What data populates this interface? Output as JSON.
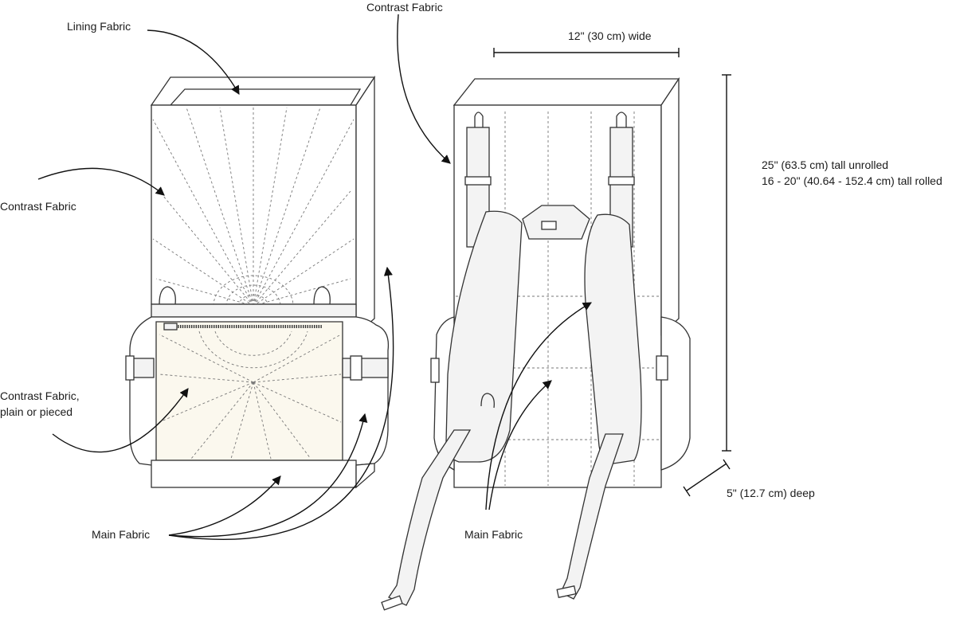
{
  "labels": {
    "lining_fabric": "Lining Fabric",
    "contrast_fabric_top": "Contrast Fabric",
    "contrast_fabric_left": "Contrast Fabric",
    "contrast_fabric_plain_line1": "Contrast Fabric,",
    "contrast_fabric_plain_line2": "plain or pieced",
    "main_fabric_left": "Main Fabric",
    "main_fabric_right": "Main Fabric",
    "width": "12\" (30 cm) wide",
    "height_unrolled": "25\" (63.5 cm) tall unrolled",
    "height_rolled": "16 - 20\" (40.64 - 152.4 cm) tall rolled",
    "depth": "5\" (12.7 cm) deep"
  },
  "colors": {
    "outline": "#333333",
    "panel_fill": "#ffffff",
    "strap_fill": "#f3f3f3",
    "contrast_fill": "#fbf8ee",
    "text": "#1c1c1c"
  }
}
